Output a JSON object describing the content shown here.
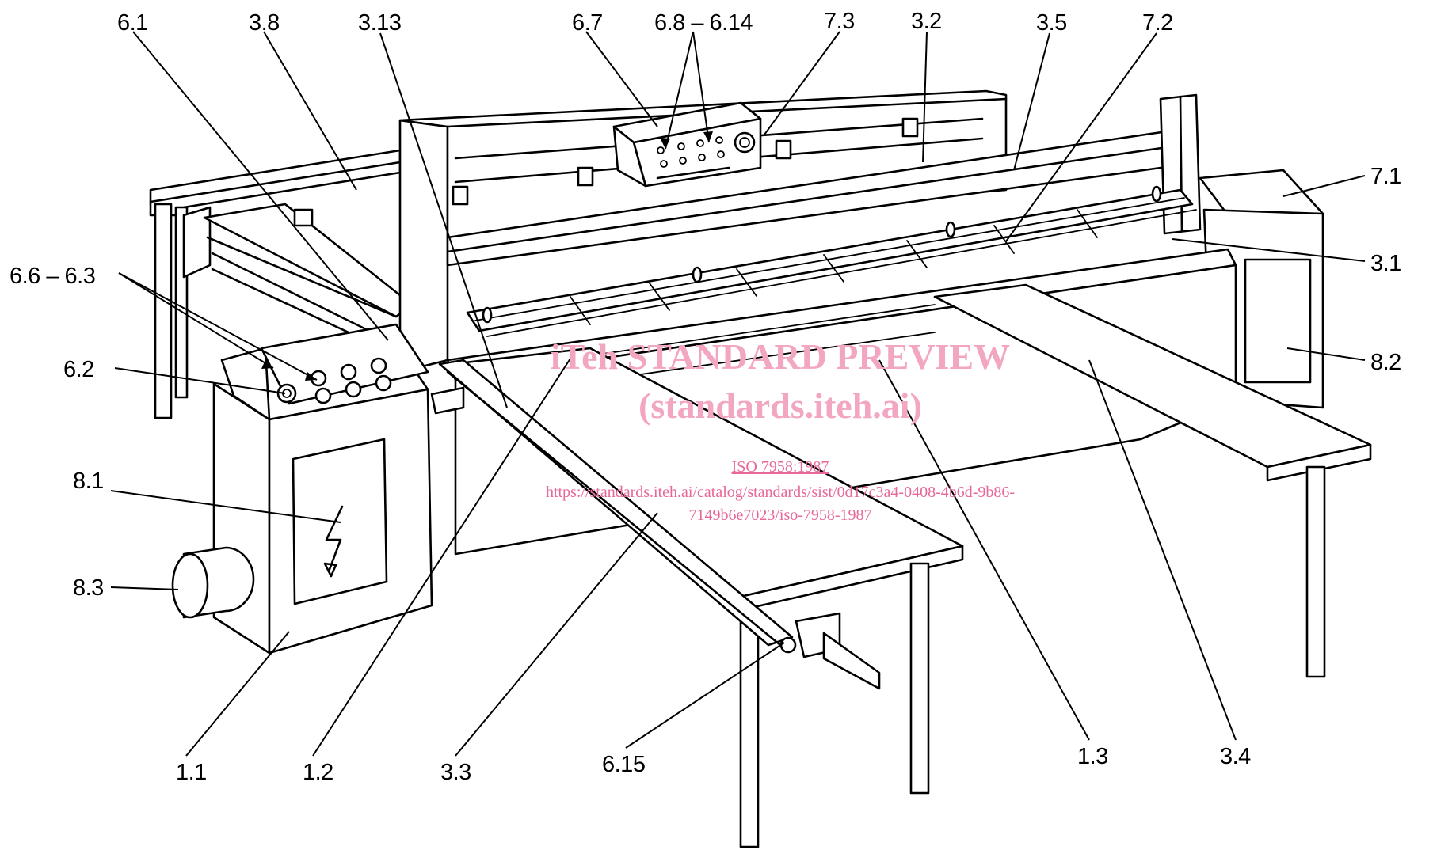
{
  "labels": {
    "l_6_1": "6.1",
    "l_3_8": "3.8",
    "l_3_13": "3.13",
    "l_6_7": "6.7",
    "l_6_8_6_14": "6.8 – 6.14",
    "l_7_3": "7.3",
    "l_3_2": "3.2",
    "l_3_5": "3.5",
    "l_7_2": "7.2",
    "l_7_1": "7.1",
    "l_3_1": "3.1",
    "l_6_6_6_3": "6.6 – 6.3",
    "l_6_2": "6.2",
    "l_8_2": "8.2",
    "l_8_1": "8.1",
    "l_8_3": "8.3",
    "l_1_1": "1.1",
    "l_1_2": "1.2",
    "l_3_3": "3.3",
    "l_6_15": "6.15",
    "l_1_3": "1.3",
    "l_3_4": "3.4"
  },
  "watermark": {
    "line1": "iTeh STANDARD PREVIEW",
    "line2": "(standards.iteh.ai)",
    "line3": "ISO 7958:1987",
    "line4": "https://standards.iteh.ai/catalog/standards/sist/0d17c3a4-0408-4b6d-9b86-",
    "line5": "7149b6e7023/iso-7958-1987"
  }
}
